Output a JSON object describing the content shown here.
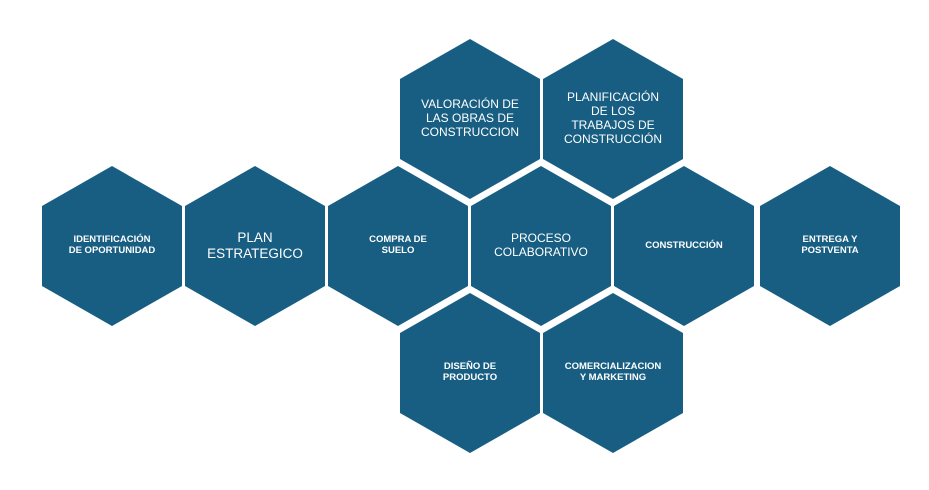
{
  "diagram": {
    "hexagons": [
      {
        "id": "identificacion",
        "label": "IDENTIFICACIÓN\nDE OPORTUNIDAD"
      },
      {
        "id": "plan",
        "label": "PLAN\nESTRATEGICO"
      },
      {
        "id": "compra",
        "label": "COMPRA DE\nSUELO"
      },
      {
        "id": "valoracion",
        "label": "VALORACIÓN DE\nLAS OBRAS DE\nCONSTRUCCION"
      },
      {
        "id": "planificacion",
        "label": "PLANIFICACIÓN\nDE LOS\nTRABAJOS DE\nCONSTRUCCIÓN"
      },
      {
        "id": "proceso",
        "label": "PROCESO\nCOLABORATIVO"
      },
      {
        "id": "construccion",
        "label": "CONSTRUCCIÓN"
      },
      {
        "id": "entrega",
        "label": "ENTREGA Y\nPOSTVENTA"
      },
      {
        "id": "diseno",
        "label": "DISEÑO DE\nPRODUCTO"
      },
      {
        "id": "comercializacion",
        "label": "COMERCIALIZACION\nY MARKETING"
      }
    ],
    "colors": {
      "hex_fill": "#175e82",
      "text": "#ffffff",
      "background": "#ffffff"
    }
  }
}
